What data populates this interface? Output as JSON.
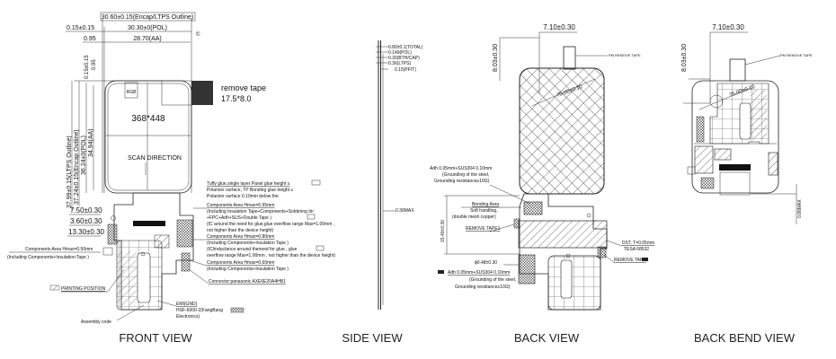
{
  "views": {
    "front": "FRONT VIEW",
    "side": "SIDE VIEW",
    "back": "BACK VIEW",
    "back_bend": "BACK BEND VIEW"
  },
  "front": {
    "dim_encap_width": "30.60±0.15(Encap/LTPS Outline)",
    "dim_pol_width": "30.30±0(POL)",
    "dim_aa_width": "28.70(AA)",
    "dim_left_offset": "0.15±0.15",
    "dim_aa_offset": "0.95",
    "dim_top_offset": "0.15±0.15",
    "dim_top_aa": "0.95",
    "dim_ltps_height": "37.99±0.15(LTPS Outline)",
    "dim_encap_height": "37.24±0.15(Encap Outline)",
    "dim_pol_height": "36.24±0(POL)",
    "dim_aa_height": "34.94(AA)",
    "rgb_label": "RGB",
    "resolution": "368*448",
    "scan_direction": "SCAN DIRECTION",
    "remove_tape": "remove tape",
    "remove_tape_size": "17.5*8.0",
    "dim_7_50": "7.50±0.30",
    "dim_3_60": "3.60±0.30",
    "dim_13_30": "13.30±0.30",
    "comp_area_left": "Components Area Hmax=0.50mm",
    "comp_area_left_sub": "(Including Components+Insulation Tape )",
    "printing_position": "PRINTING POSITION",
    "assembly_code": "Assembly code",
    "emi_title": "EMI(GND)",
    "emi_line1": "HSF-6000-2(FangBang",
    "emi_line2": "Electronics)",
    "notes": [
      "Tuffy glue,single layer Panel glue height ≤",
      "Polarizer surface, TP Bonding glue height ≤",
      "Polarizer surface 0.10mm below the",
      "Components Area Hmax=0.95mm",
      "(Including Insulation Tape+Components+Soldering tin",
      "+FPC+Adh+SUS+Double Tape )",
      "(IC around the need for glue,glue overflow range Max=1.00mm ,",
      "not higher than the device height)",
      "Components Area Hmax=0.80mm",
      "(Including Components+Insulation Tape )",
      "(IC/inductance around thenеed for glue ,  glue",
      "overflow range Max=1.00mm ,  not higher than the device height)",
      "Components Area Hmax=0.60mm",
      "(Including Components+Insulation Tape )",
      "Connector:panasonic AXE6E20A4HB1"
    ]
  },
  "side": {
    "layers": [
      "0.80±0.1(TOTAL)",
      "0.149(POL)",
      "0.30(BTH/CAP)",
      "0.36(LTPS)",
      "0.15(PFIT)"
    ],
    "max_thickness": "0.36MAX"
  },
  "back": {
    "dim_width": "7.10±0.30",
    "dim_height": "8.03±0.30",
    "dim_diag": "75.00±0.10",
    "pm_remove_tape": "PM REMOVE TAPE",
    "adh_top": [
      "Adh 0.05mm+SUS304 0.10mm",
      "(Grounding of the steel,",
      "Grounding resistance≤10Ω)"
    ],
    "bending": [
      "Bending Area",
      "Soft handling,",
      "(double mesh copper)"
    ],
    "remove_tape1": "REMOVE TAPE1",
    "dim_vertical": "15.40±0.30",
    "hole": "ϕ0.48±0.30",
    "adh_bottom": [
      "Adh 0.05mm+SUS304 0.10mm",
      "(Grounding of the steel,",
      "Grounding resistance≤10Ω)"
    ],
    "dst": "DST, T=0.05mm",
    "tesa": "TESA 68532",
    "remove_tape": "REMOVE TAPE"
  },
  "back_bend": {
    "dim_width": "7.10±0.30",
    "dim_height": "8.03±0.30",
    "dim_diag": "75.00±0.10",
    "pm_remove_tape": "PM REMOVE TAPE",
    "max_thickness": "0.86MAX"
  }
}
